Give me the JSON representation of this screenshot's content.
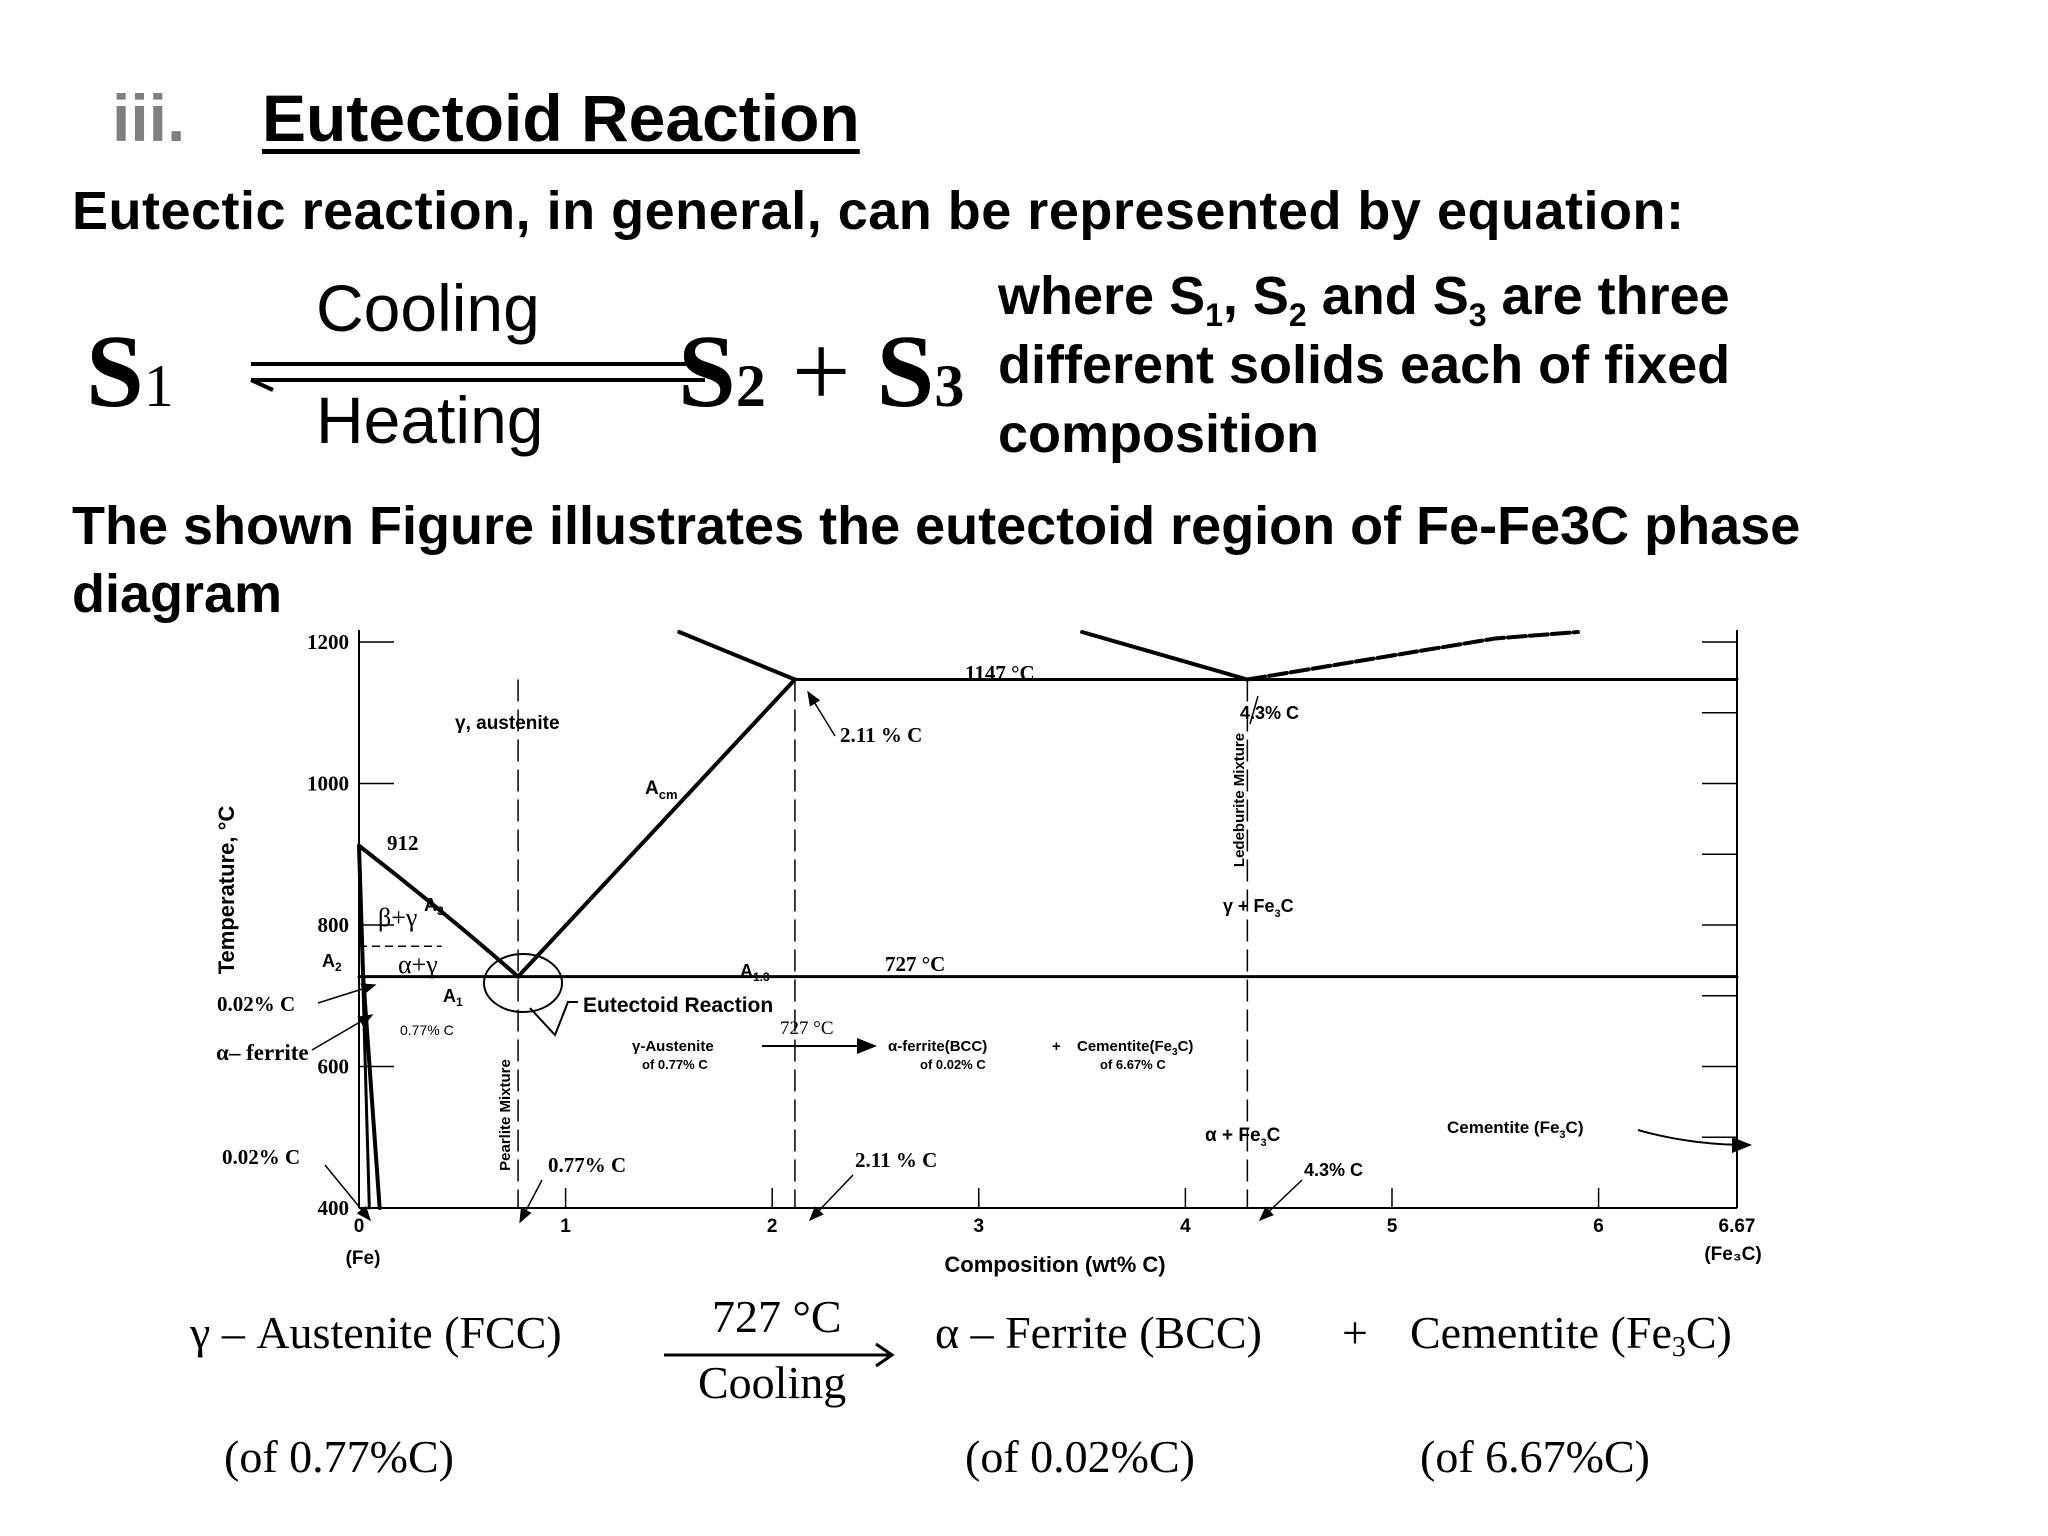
{
  "heading": {
    "numeral": "iii.",
    "title": "Eutectoid Reaction"
  },
  "intro": "Eutectic reaction, in general, can be represented by equation:",
  "equation": {
    "left": "S",
    "left_sub": "1",
    "arrow_top": "Cooling",
    "arrow_bottom": "Heating",
    "right_a": "S",
    "right_a_sub": "2",
    "plus": "+",
    "right_b": "S",
    "right_b_sub": "3"
  },
  "where_text": {
    "l1_a": "where S",
    "l1_s1": "1",
    "l1_b": ", S",
    "l1_s2": "2",
    "l1_c": " and S",
    "l1_s3": "3",
    "l1_d": " are three",
    "l2": "different solids each of fixed",
    "l3": "composition"
  },
  "figure_text": {
    "l1": "The shown Figure illustrates the eutectoid region of Fe-Fe3C phase",
    "l2": "diagram"
  },
  "chart_data": {
    "type": "line",
    "title": "",
    "xlabel": "Composition  (wt% C)",
    "ylabel": "Temperature, °C",
    "xlim": [
      0,
      6.67
    ],
    "ylim": [
      400,
      1200
    ],
    "x_ticks": [
      "0",
      "1",
      "2",
      "3",
      "4",
      "5",
      "6",
      "6.67"
    ],
    "x_tick_values": [
      0,
      1,
      2,
      3,
      4,
      5,
      6,
      6.67
    ],
    "x_sub_left": "(Fe)",
    "x_sub_right": "(Fe₃C)",
    "y_ticks": [
      "1200",
      "1000",
      "800",
      "600",
      "400"
    ],
    "y_tick_values": [
      1200,
      1000,
      800,
      600,
      400
    ],
    "series": [
      {
        "name": "",
        "x": [
          0,
          0.77
        ],
        "y": [
          912,
          727
        ]
      },
      {
        "name": "",
        "x": [
          0.77,
          2.11
        ],
        "y": [
          727,
          1147
        ]
      },
      {
        "name": "",
        "x": [
          0,
          0.77,
          6.67
        ],
        "y": [
          727,
          727,
          727
        ]
      },
      {
        "name": "",
        "x": [
          2.11,
          6.67
        ],
        "y": [
          1147,
          1147
        ]
      },
      {
        "name": "",
        "x": [
          2.11,
          1.55
        ],
        "y": [
          1147,
          1225
        ]
      },
      {
        "name": "",
        "x": [
          4.3,
          3.5
        ],
        "y": [
          1147,
          1220
        ]
      },
      {
        "name": "",
        "x": [
          4.3,
          5.5,
          5.9
        ],
        "y": [
          1147,
          1205,
          1225
        ]
      },
      {
        "name": "",
        "x": [
          0,
          0.02,
          0.1
        ],
        "y": [
          912,
          727,
          400
        ]
      },
      {
        "name": "",
        "x": [
          0,
          0.05
        ],
        "y": [
          912,
          400
        ]
      }
    ],
    "vertical_guides_x": [
      0.77,
      2.11,
      4.3
    ],
    "labels": {
      "gamma_austenite": "γ, austenite",
      "acm": "A",
      "acm_sub": "cm",
      "t1147": "1147 °C",
      "c211_top": "2.11 % C",
      "c43_top": "4.3% C",
      "ledeburite": "Ledeburite Mixture",
      "gamma_fe3c": "γ + Fe",
      "gamma_fe3c_sub": "3",
      "gamma_fe3c_end": "C",
      "t912": "912",
      "a3": "A",
      "a3_sub": "3",
      "beta_gamma": "β+γ",
      "alpha_gamma": "α+γ",
      "a2": "A",
      "a2_sub": "2",
      "a1": "A",
      "a1_sub": "1",
      "a13": "A",
      "a13_sub": "1.3",
      "t727": "727 °C",
      "c002_left": "0.02% C",
      "alpha_ferrite": "α– ferrite",
      "c077_small": "0.77% C",
      "pearlite": "Pearlite Mixture",
      "eutectoid_reaction": "Eutectoid Reaction",
      "react_temp": "727 °C",
      "react_left": "γ-Austenite",
      "react_left_sub": "of 0.77% C",
      "react_mid": "α-ferrite(BCC)",
      "react_mid_sub": "of 0.02% C",
      "react_plus": "+",
      "react_right": "Cementite(Fe",
      "react_right_sub3": "3",
      "react_right_end": "C)",
      "react_right_sub": "of 6.67% C",
      "alpha_fe3c": "α  + Fe",
      "alpha_fe3c_sub": "3",
      "alpha_fe3c_end": "C",
      "cementite": "Cementite (Fe",
      "cementite_sub": "3",
      "cementite_end": "C)",
      "c002_bottom": "0.02% C",
      "c077_bottom": "0.77% C",
      "c211_bottom": "2.11 % C",
      "c43_bottom": "4.3% C"
    }
  },
  "bottom_equation": {
    "left": "γ – Austenite  (FCC)",
    "arrow_top": "727 °C",
    "arrow_bottom": "Cooling",
    "mid": "α – Ferrite  (BCC)",
    "plus": "+",
    "right": "Cementite  (Fe",
    "right_sub": "3",
    "right_end": "C)",
    "left_sub": "(of 0.77%C)",
    "mid_sub": "(of 0.02%C)",
    "right_sub_text": "(of 6.67%C)"
  }
}
